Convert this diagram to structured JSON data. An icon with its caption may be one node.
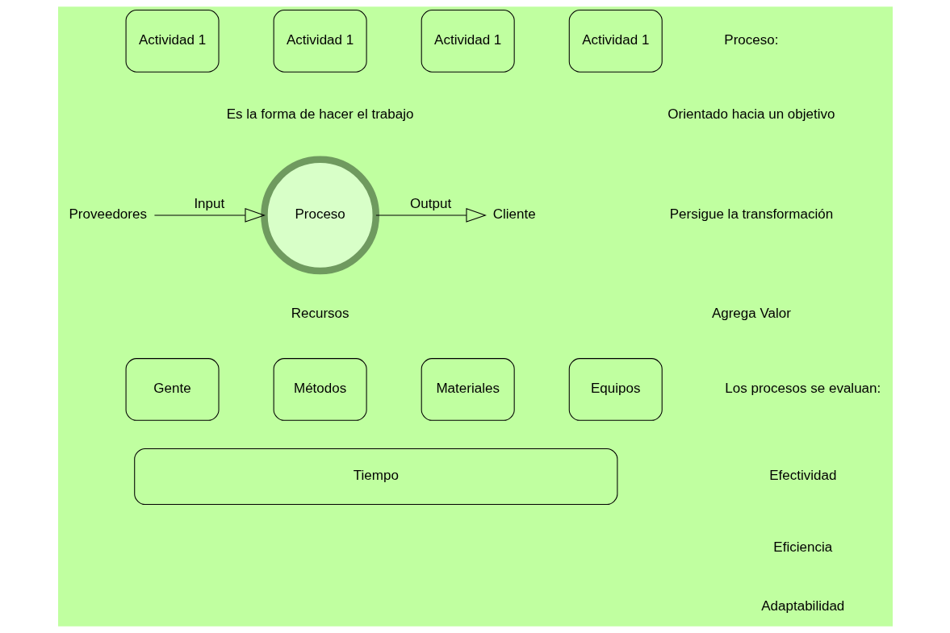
{
  "diagram": {
    "nodes": [
      {
        "text": [
          "Actividad 1"
        ]
      },
      {
        "text": [
          "Actividad 1"
        ]
      },
      {
        "text": [
          "Actividad 1"
        ]
      },
      {
        "text": [
          "Actividad 1"
        ]
      },
      {
        "text": [
          "Proveedores"
        ]
      },
      {
        "text": [
          "Proceso"
        ]
      },
      {
        "text": [
          "Cliente"
        ]
      },
      {
        "text": [
          "Gente"
        ]
      },
      {
        "text": [
          "Métodos"
        ]
      },
      {
        "text": [
          "Materiales"
        ]
      },
      {
        "text": [
          "Equipos"
        ]
      },
      {
        "text": [
          "Tiempo"
        ]
      }
    ],
    "edges": [
      {
        "from": 4,
        "to": 5,
        "arrow": "to",
        "label": "Input"
      },
      {
        "from": 5,
        "to": 6,
        "arrow": "to",
        "label": "Output"
      }
    ],
    "labels": [
      "Proceso:",
      "Orientado hacia un objetivo",
      "Persigue la transformación",
      "Agrega Valor",
      "Es la forma de hacer el trabajo",
      "Recursos",
      "Los procesos se evaluan:",
      "Efectividad",
      "Eficiencia",
      "Adaptabilidad"
    ]
  }
}
